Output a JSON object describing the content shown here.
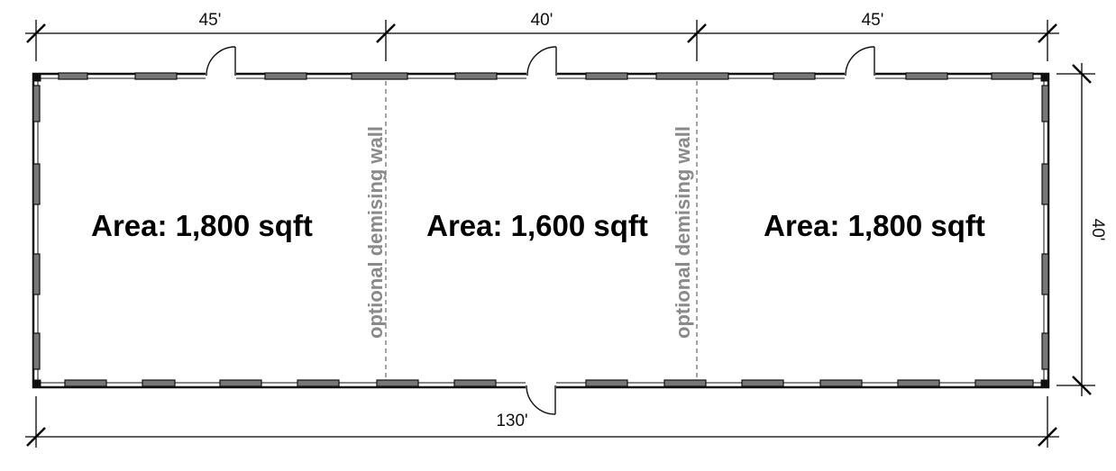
{
  "dimensions": {
    "top_left": "45'",
    "top_middle": "40'",
    "top_right": "45'",
    "overall_bottom": "130'",
    "right_depth": "40'"
  },
  "rooms": [
    {
      "area_label": "Area: 1,800 sqft"
    },
    {
      "area_label": "Area: 1,600 sqft"
    },
    {
      "area_label": "Area: 1,800 sqft"
    }
  ],
  "demising_walls": [
    {
      "label": "optional demising wall"
    },
    {
      "label": "optional demising wall"
    }
  ],
  "colors": {
    "wall": "#111111",
    "window_pane": "#777777",
    "dimension_line": "#000000",
    "demising_label": "#8a8a8a",
    "demising_line": "#666666"
  }
}
